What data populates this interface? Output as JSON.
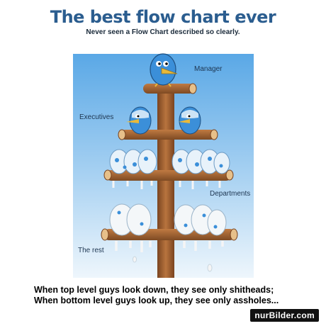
{
  "title": "The best flow chart ever",
  "subtitle": "Never seen a Flow Chart described so clearly.",
  "labels": {
    "manager": "Manager",
    "executives": "Executives",
    "departments": "Departments",
    "the_rest": "The rest"
  },
  "caption": {
    "line1": "When top level guys look down, they see only shitheads;",
    "line2": "When bottom level guys look up, they see only assholes..."
  },
  "watermark": "nurBilder.com",
  "colors": {
    "title": "#2b5d8f",
    "sky_top": "#5aa8e6",
    "sky_bottom": "#eaf4fc",
    "wood": "#a0612f",
    "bird": "#3b8fd9",
    "beak": "#e8b93a"
  }
}
